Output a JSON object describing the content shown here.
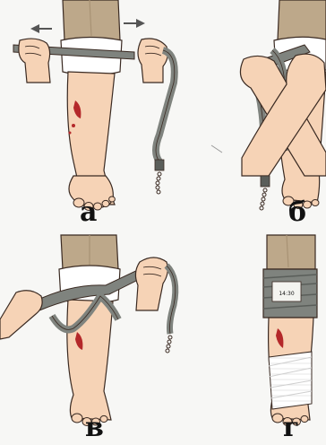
{
  "colors": {
    "skin": "#f6d3b6",
    "skin_shade": "#e4ae8e",
    "outline": "#3a2a22",
    "cloth": "#bda88a",
    "cloth_shade": "#a89274",
    "band": "#7f837e",
    "band_dark": "#5a5e5a",
    "bandage": "#ffffff",
    "blood": "#b4282a",
    "arrow": "#555555",
    "background": "#f7f7f5"
  },
  "panels": [
    {
      "id": "a",
      "label": "а"
    },
    {
      "id": "b",
      "label": "б"
    },
    {
      "id": "v",
      "label": "в"
    },
    {
      "id": "g",
      "label": "г"
    }
  ],
  "icons": [
    "arrow-left-icon",
    "arrow-right-icon",
    "chain-icon"
  ],
  "tag_text": "14:30"
}
